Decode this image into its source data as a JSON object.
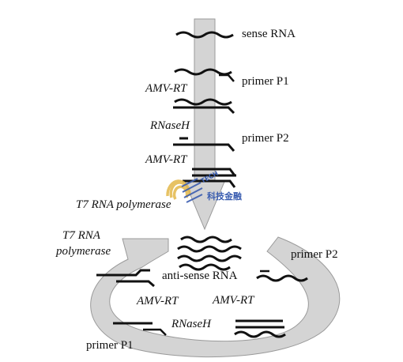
{
  "labels": {
    "sense_rna": "sense RNA",
    "primer_p1_top": "primer P1",
    "amv_rt_1": "AMV-RT",
    "rnase_h_1": "RNaseH",
    "primer_p2_top": "primer P2",
    "amv_rt_2": "AMV-RT",
    "t7_rna_polymerase_1": "T7 RNA polymerase",
    "t7_rna_polymerase_2_line1": "T7 RNA",
    "t7_rna_polymerase_2_line2": "polymerase",
    "primer_p2_cycle": "primer P2",
    "anti_sense_rna": "anti-sense RNA",
    "amv_rt_cycle_left": "AMV-RT",
    "amv_rt_cycle_right": "AMV-RT",
    "rnase_h_cycle": "RNaseH",
    "primer_p1_bottom": "primer P1"
  },
  "watermark": {
    "line1": "TECH",
    "line2": "科技金融"
  },
  "colors": {
    "arrow_fill": "#d4d4d4",
    "arrow_stroke": "#9a9a9a",
    "strand": "#111111",
    "watermark_gold": "#e3b84a",
    "watermark_blue": "#3a5db0"
  }
}
